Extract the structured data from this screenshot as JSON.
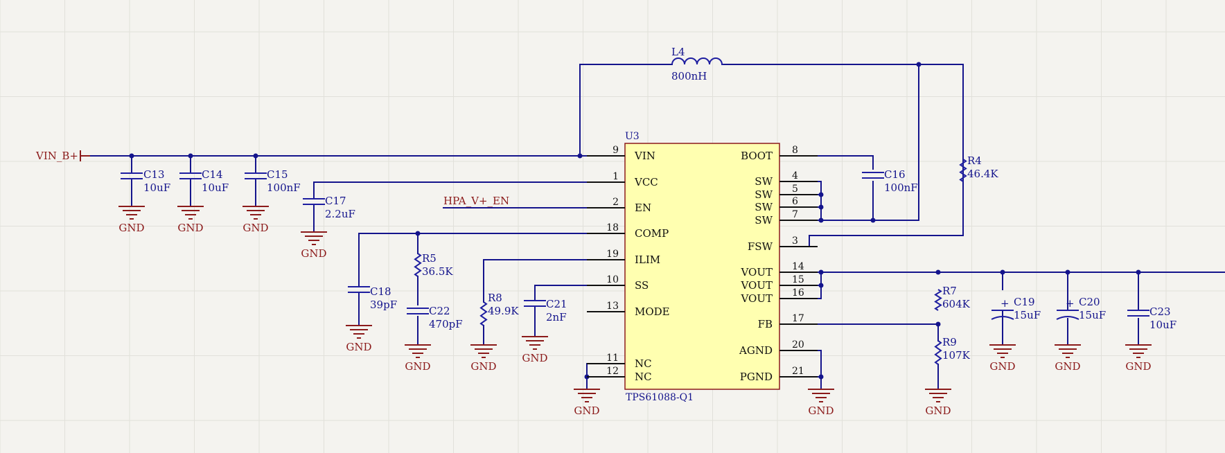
{
  "title": "",
  "ic": {
    "ref": "U3",
    "part": "TPS61088-Q1",
    "left_pins": [
      {
        "name": "VIN",
        "num": "9"
      },
      {
        "name": "VCC",
        "num": "1"
      },
      {
        "name": "EN",
        "num": "2"
      },
      {
        "name": "COMP",
        "num": "18"
      },
      {
        "name": "ILIM",
        "num": "19"
      },
      {
        "name": "SS",
        "num": "10"
      },
      {
        "name": "MODE",
        "num": "13"
      },
      {
        "name": "NC",
        "num": "11"
      },
      {
        "name": "NC",
        "num": "12"
      }
    ],
    "right_pins": [
      {
        "name": "BOOT",
        "num": "8"
      },
      {
        "name": "SW",
        "num": "4"
      },
      {
        "name": "SW",
        "num": "5"
      },
      {
        "name": "SW",
        "num": "6"
      },
      {
        "name": "SW",
        "num": "7"
      },
      {
        "name": "FSW",
        "num": "3"
      },
      {
        "name": "VOUT",
        "num": "14"
      },
      {
        "name": "VOUT",
        "num": "15"
      },
      {
        "name": "VOUT",
        "num": "16"
      },
      {
        "name": "FB",
        "num": "17"
      },
      {
        "name": "AGND",
        "num": "20"
      },
      {
        "name": "PGND",
        "num": "21"
      }
    ]
  },
  "inductor": {
    "ref": "L4",
    "value": "800nH"
  },
  "ports": {
    "vin": "VIN_B+",
    "enable": "HPA_V+_EN"
  },
  "gnd_label": "GND",
  "components": {
    "C13": {
      "ref": "C13",
      "value": "10uF"
    },
    "C14": {
      "ref": "C14",
      "value": "10uF"
    },
    "C15": {
      "ref": "C15",
      "value": "100nF"
    },
    "C16": {
      "ref": "C16",
      "value": "100nF"
    },
    "C17": {
      "ref": "C17",
      "value": "2.2uF"
    },
    "C18": {
      "ref": "C18",
      "value": "39pF"
    },
    "C19": {
      "ref": "C19",
      "value": "15uF"
    },
    "C20": {
      "ref": "C20",
      "value": "15uF"
    },
    "C21": {
      "ref": "C21",
      "value": "2nF"
    },
    "C22": {
      "ref": "C22",
      "value": "470pF"
    },
    "C23": {
      "ref": "C23",
      "value": "10uF"
    },
    "R4": {
      "ref": "R4",
      "value": "46.4K"
    },
    "R5": {
      "ref": "R5",
      "value": "36.5K"
    },
    "R7": {
      "ref": "R7",
      "value": "604K"
    },
    "R8": {
      "ref": "R8",
      "value": "49.9K"
    },
    "R9": {
      "ref": "R9",
      "value": "107K"
    }
  }
}
